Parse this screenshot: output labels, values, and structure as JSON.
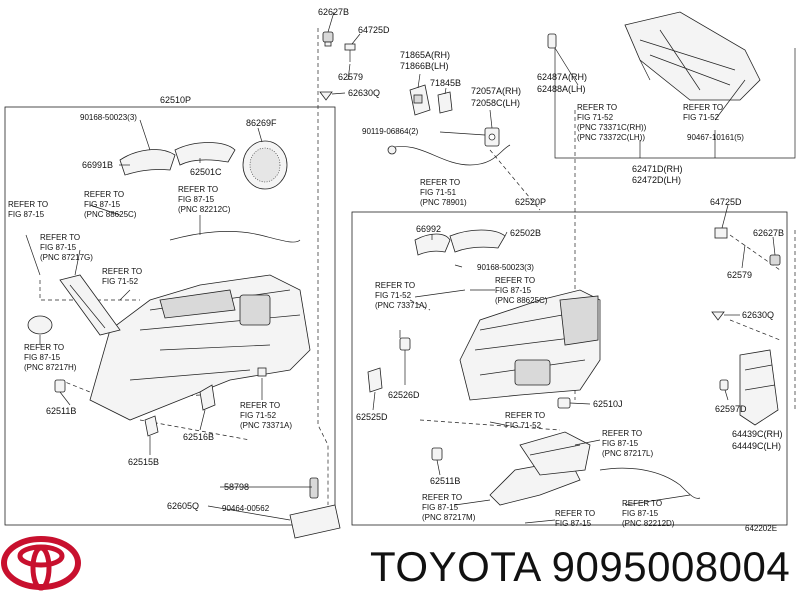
{
  "parts": {
    "p62627b_top": "62627B",
    "p64725d_top": "64725D",
    "p62579_top": "62579",
    "p62630q_top": "62630Q",
    "p62510p": "62510P",
    "p90168_top": "90168-50023(3)",
    "p86269f": "86269F",
    "p66991b": "66991B",
    "p62501c": "62501C",
    "p71865a": "71865A(RH)",
    "p71866b": "71866B(LH)",
    "p71845b": "71845B",
    "p72057a": "72057A(RH)",
    "p72058c": "72058C(LH)",
    "p90119": "90119-06864(2)",
    "p62487a": "62487A(RH)",
    "p62488a": "62488A(LH)",
    "p90467": "90467-10161(5)",
    "p62471d": "62471D(RH)",
    "p62472d": "62472D(LH)",
    "p62520p": "62520P",
    "p64725d_r": "64725D",
    "p62627b_r": "62627B",
    "p62579_r": "62579",
    "p62630q_r": "62630Q",
    "p66992": "66992",
    "p62502b": "62502B",
    "p90168_mid": "90168-50023(3)",
    "p62511b_l": "62511B",
    "p62516b": "62516B",
    "p62515b": "62515B",
    "p58798": "58798",
    "p62605q": "62605Q",
    "p90464": "90464-00562",
    "p62526d": "62526D",
    "p62525d": "62525D",
    "p62510j": "62510J",
    "p62511b_r": "62511B",
    "p62597d": "62597D",
    "p64439c": "64439C(RH)",
    "p64449c": "64449C(LH)"
  },
  "refs": {
    "r1": [
      "REFER TO",
      "FIG 71-52",
      "(PNC 73371C(RH))",
      "(PNC 73372C(LH))"
    ],
    "r2": [
      "REFER TO",
      "FIG 71-52"
    ],
    "r3": [
      "REFER TO",
      "FIG 71-51",
      "(PNC 78901)"
    ],
    "r4": [
      "REFER TO",
      "FIG 87-15"
    ],
    "r5": [
      "REFER TO",
      "FIG 87-15",
      "(PNC 88625C)"
    ],
    "r6": [
      "REFER TO",
      "FIG 87-15",
      "(PNC 82212C)"
    ],
    "r7": [
      "REFER TO",
      "FIG 87-15",
      "(PNC 87217G)"
    ],
    "r8": [
      "REFER TO",
      "FIG 71-52"
    ],
    "r9": [
      "REFER TO",
      "FIG 87-15",
      "(PNC 87217H)"
    ],
    "r10": [
      "REFER TO",
      "FIG 71-52",
      "(PNC 73371A)"
    ],
    "r11": [
      "REFER TO",
      "FIG 71-52",
      "(PNC 73371A)"
    ],
    "r12": [
      "REFER TO",
      "FIG 87-15",
      "(PNC 88625C)"
    ],
    "r13": [
      "REFER TO",
      "FIG 71-52"
    ],
    "r14": [
      "REFER TO",
      "FIG 87-15",
      "(PNC 87217L)"
    ],
    "r15": [
      "REFER TO",
      "FIG 87-15",
      "(PNC 87217M)"
    ],
    "r16": [
      "REFER TO",
      "FIG 87-15"
    ],
    "r17": [
      "REFER TO",
      "FIG 87-15",
      "(PNC 82212D)"
    ]
  },
  "figure_code": "642202E",
  "brand_line": "TOYOTA 9095008004",
  "logo_color": "#c8102e"
}
